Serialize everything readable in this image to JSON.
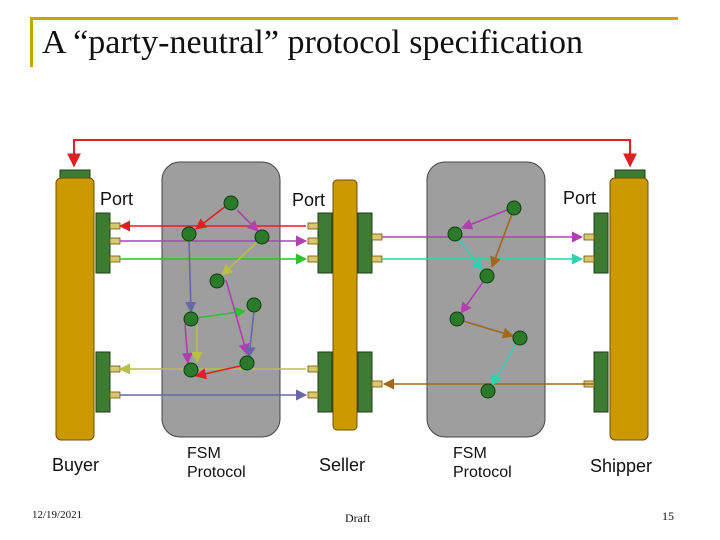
{
  "slide": {
    "title": "A “party-neutral” protocol specification",
    "footer_date": "12/19/2021",
    "footer_center": "Draft",
    "page_number": "15"
  },
  "labels": {
    "port_left": "Port",
    "port_center": "Port",
    "port_right": "Port",
    "buyer": "Buyer",
    "seller": "Seller",
    "shipper": "Shipper",
    "fsm_left_line1": "FSM",
    "fsm_left_line2": "Protocol",
    "fsm_right_line1": "FSM",
    "fsm_right_line2": "Protocol"
  },
  "colors": {
    "frame": "#c9a400",
    "party_bar": "#cc9900",
    "party_border": "#6b5000",
    "port_block": "#3d7a32",
    "fsm_panel": "#9e9e9e",
    "node": "#2a7a2a",
    "red": "#e02020",
    "magenta": "#b040b0",
    "green": "#30c030",
    "olive": "#b8c040",
    "slate": "#6868a8",
    "cyan": "#30d0b0",
    "brown": "#a06818"
  }
}
